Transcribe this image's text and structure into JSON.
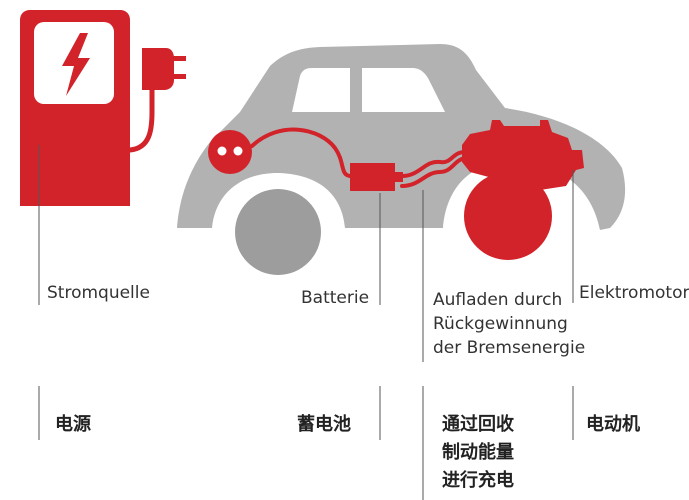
{
  "colors": {
    "accent_red": "#d2232a",
    "car_gray": "#b2b2b2",
    "wheel_gray": "#9d9d9d",
    "line_gray": "#555555"
  },
  "icons": {
    "charger": "charging-station-icon",
    "lightning": "lightning-bolt-icon",
    "plug": "plug-icon",
    "socket": "charging-socket-icon",
    "battery": "battery-icon",
    "motor": "electric-motor-icon"
  },
  "labels": {
    "power_source": {
      "de": "Stromquelle",
      "zh": "电源"
    },
    "battery": {
      "de": "Batterie",
      "zh": "蓄电池"
    },
    "regeneration": {
      "de": [
        "Aufladen durch",
        "Rückgewinnung",
        "der Bremsenergie"
      ],
      "zh": [
        "通过回收",
        "制动能量",
        "进行充电"
      ]
    },
    "motor": {
      "de": "Elektromotor",
      "zh": "电动机"
    }
  }
}
